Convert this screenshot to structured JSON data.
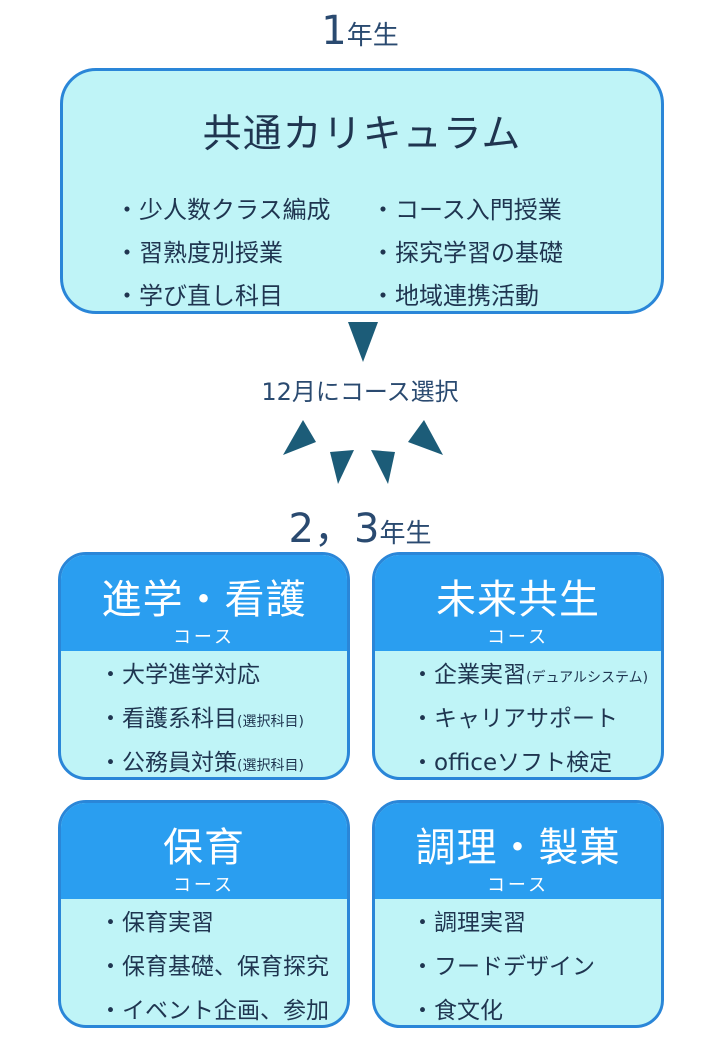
{
  "year1": {
    "number": "1",
    "suffix": "年生"
  },
  "common": {
    "title": "共通カリキュラム",
    "left_items": [
      "・少人数クラス編成",
      "・習熟度別授業",
      "・学び直し科目"
    ],
    "right_items": [
      "・コース入門授業",
      "・探究学習の基礎",
      "・地域連携活動"
    ]
  },
  "selection_text": "12月にコース選択",
  "year23": {
    "number": "2，3",
    "suffix": "年生"
  },
  "courses": [
    {
      "name": "進学・看護",
      "sub": "コース",
      "items": [
        {
          "text": "・大学進学対応",
          "note": ""
        },
        {
          "text": "・看護系科目",
          "note": "(選択科目)"
        },
        {
          "text": "・公務員対策",
          "note": "(選択科目)"
        }
      ]
    },
    {
      "name": "未来共生",
      "sub": "コース",
      "items": [
        {
          "text": "・企業実習",
          "note": "(デュアルシステム)"
        },
        {
          "text": "・キャリアサポート",
          "note": ""
        },
        {
          "text": "・officeソフト検定",
          "note": ""
        }
      ]
    },
    {
      "name": "保育",
      "sub": "コース",
      "items": [
        {
          "text": "・保育実習",
          "note": ""
        },
        {
          "text": "・保育基礎、保育探究",
          "note": ""
        },
        {
          "text": "・イベント企画、参加",
          "note": ""
        }
      ]
    },
    {
      "name": "調理・製菓",
      "sub": "コース",
      "items": [
        {
          "text": "・調理実習",
          "note": ""
        },
        {
          "text": "・フードデザイン",
          "note": ""
        },
        {
          "text": "・食文化",
          "note": ""
        }
      ]
    }
  ],
  "colors": {
    "box_fill": "#bff4f7",
    "box_border": "#2a86d8",
    "card_header": "#2a9ef0",
    "arrow": "#1c5c78",
    "text": "#1f3550"
  }
}
